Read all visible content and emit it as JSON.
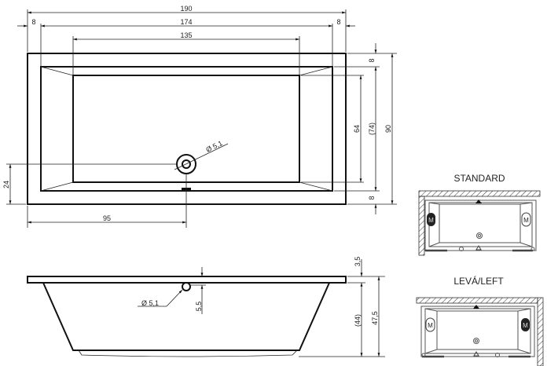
{
  "top_view": {
    "dim_total_length": "190",
    "dim_inner_length": "174",
    "dim_bottom_length": "135",
    "dim_rim_left": "8",
    "dim_rim_right": "8",
    "dim_rim_top": "8",
    "dim_rim_bottom": "8",
    "dim_bottom_width": "64",
    "dim_inner_width": "(74)",
    "dim_total_width": "90",
    "dim_drain_y": "24",
    "dim_drain_x": "95",
    "drain_diameter": "Ø 5,1"
  },
  "side_view": {
    "overflow_diameter": "Ø 5,1",
    "dim_overflow_offset": "5,5",
    "dim_rim_thickness": "3,5",
    "dim_inner_depth": "(44)",
    "dim_total_height": "47,5"
  },
  "variants": [
    {
      "title": "STANDARD",
      "motor_left": "M",
      "motor_right": "M"
    },
    {
      "title": "LEVÁ/LEFT",
      "motor_left": "M",
      "motor_right": "M"
    }
  ]
}
